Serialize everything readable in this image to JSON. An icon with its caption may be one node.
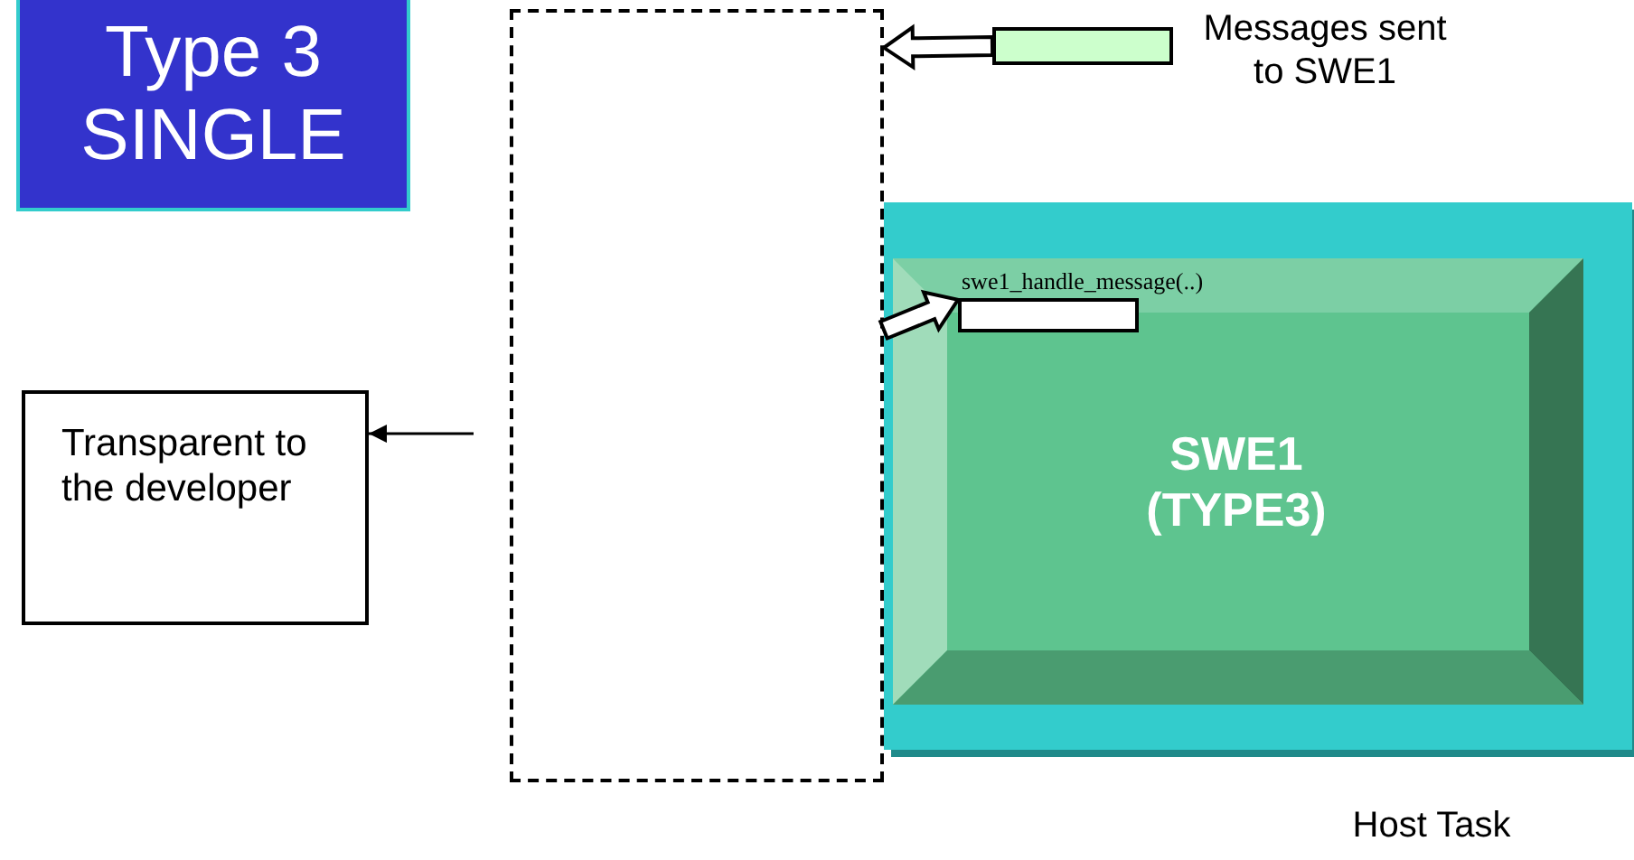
{
  "diagram": {
    "nodes": [
      {
        "text": [
          "Type 3 SINGLE"
        ]
      },
      {
        "text": [],
        "shape": "box"
      },
      {
        "text": [],
        "shape": "box",
        "beside": [
          "Messages sent to SWE1"
        ]
      },
      {
        "text": [
          "Host Task"
        ]
      },
      {
        "text": [
          "SWE1 (TYPE3)"
        ],
        "in": 3
      },
      {
        "text": [],
        "shape": "box",
        "in": 4,
        "beside": [
          "swe1_handle_message(..)"
        ]
      },
      {
        "text": [
          "Transparent to the developer"
        ]
      }
    ],
    "edges": [
      {
        "from": 2,
        "to": 1,
        "arrow": "to",
        "style": "thick"
      },
      {
        "from": 1,
        "to": 5,
        "arrow": "to",
        "style": "thick"
      },
      {
        "from": null,
        "to": 6,
        "arrow": "to"
      }
    ]
  }
}
